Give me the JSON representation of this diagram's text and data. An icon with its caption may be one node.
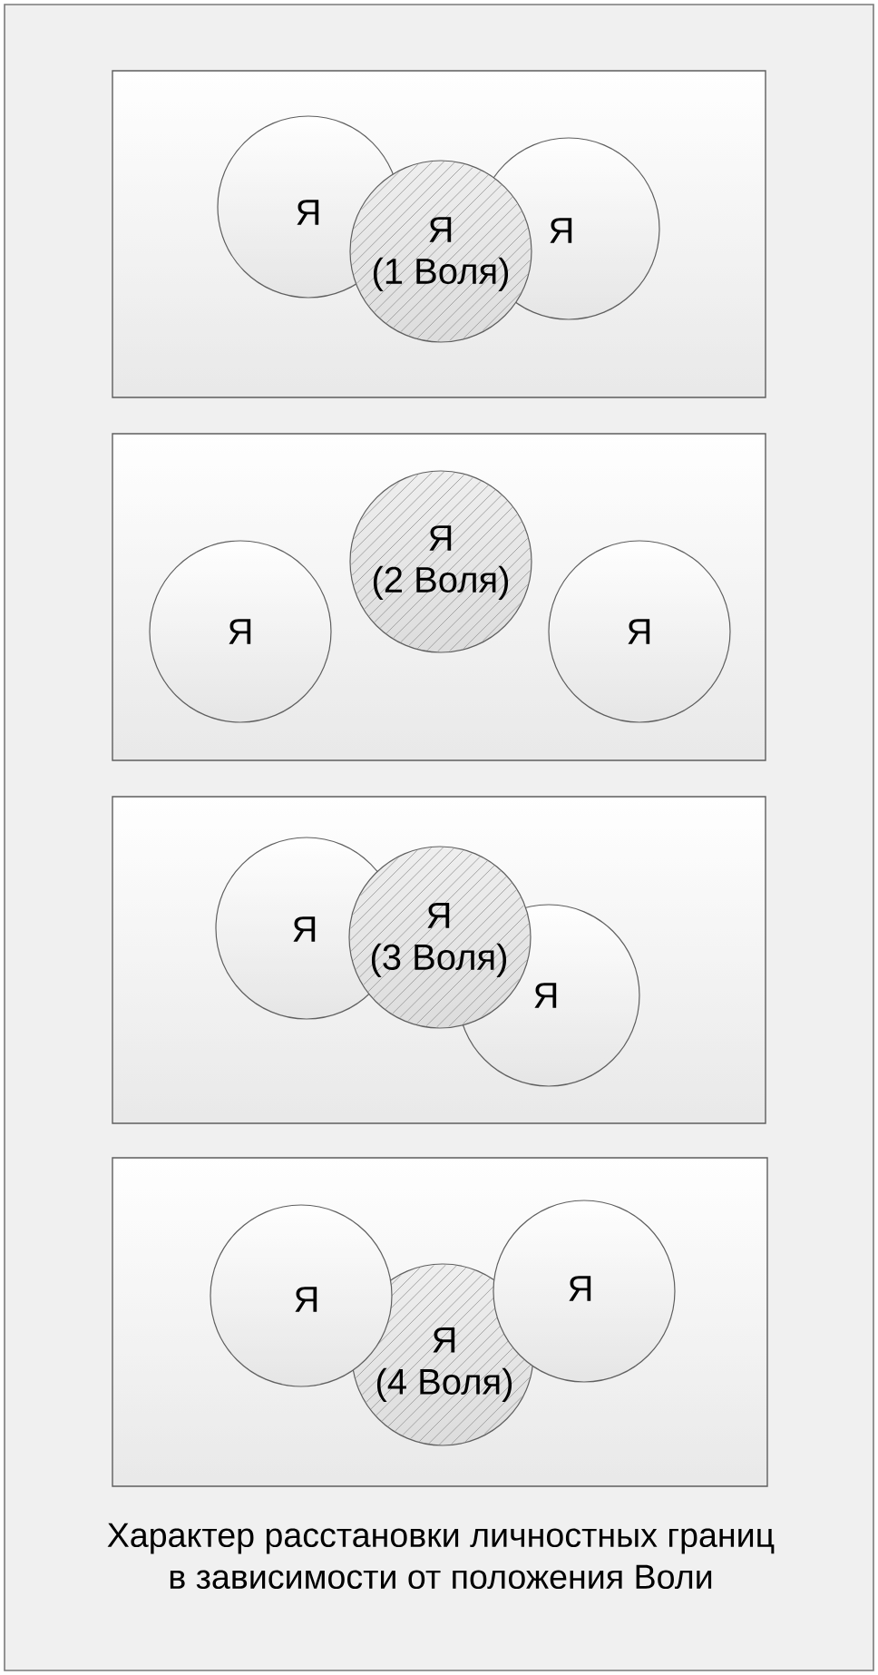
{
  "diagram": {
    "caption": "Характер расстановки личностных границ в зависимости от положения Воли",
    "nodes": [
      {
        "text": [],
        "shape": "box"
      },
      {
        "text": [
          "Я"
        ],
        "in": 0
      },
      {
        "text": [
          "Я",
          "(1 Воля)"
        ],
        "in": 0
      },
      {
        "text": [
          "Я"
        ],
        "in": 0
      },
      {
        "text": [],
        "shape": "box"
      },
      {
        "text": [
          "Я"
        ],
        "in": 4
      },
      {
        "text": [
          "Я",
          "(2 Воля)"
        ],
        "in": 4
      },
      {
        "text": [
          "Я"
        ],
        "in": 4
      },
      {
        "text": [],
        "shape": "box"
      },
      {
        "text": [
          "Я"
        ],
        "in": 8
      },
      {
        "text": [
          "Я",
          "(3 Воля)"
        ],
        "in": 8
      },
      {
        "text": [
          "Я"
        ],
        "in": 8
      },
      {
        "text": [],
        "shape": "box"
      },
      {
        "text": [
          "Я"
        ],
        "in": 12
      },
      {
        "text": [
          "Я",
          "(4 Воля)"
        ],
        "in": 12
      },
      {
        "text": [
          "Я"
        ],
        "in": 12
      }
    ]
  }
}
